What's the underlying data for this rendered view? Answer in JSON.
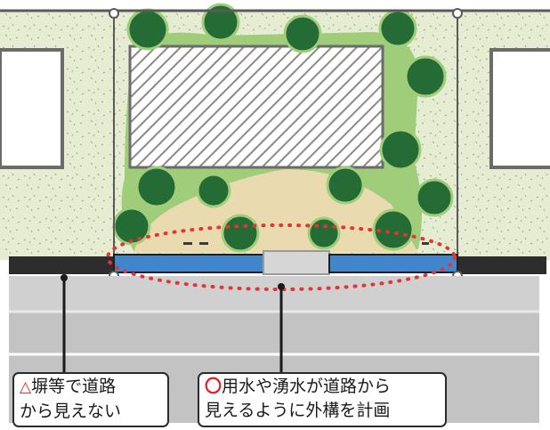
{
  "callouts": {
    "left": {
      "symbol": "△",
      "line1": "塀等で道路",
      "line2": "から見えない"
    },
    "right": {
      "symbol": "〇",
      "line1": "用水や湧水が道路から",
      "line2": "見えるように外構を計画"
    }
  },
  "colors": {
    "ground_green": "#e6ecd2",
    "lawn_green": "#9fcd79",
    "tree_green": "#246b36",
    "path_sand": "#eadab0",
    "water_blue": "#3f86cc",
    "road_gray": "#c9c9c9",
    "dotted_ellipse": "#e53434",
    "building_hatch": "#8a8a8a"
  }
}
